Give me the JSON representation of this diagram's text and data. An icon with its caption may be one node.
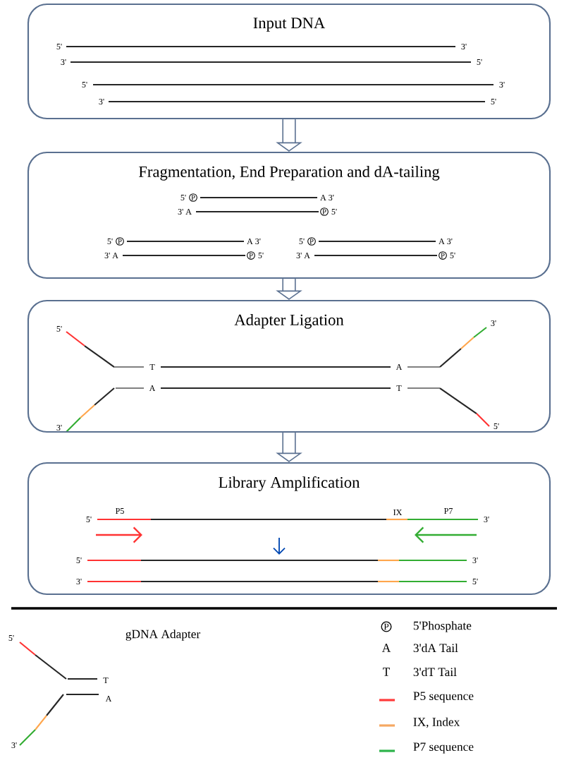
{
  "diagram": {
    "nodes": [
      {
        "text": [
          "Input DNA"
        ]
      },
      {
        "text": [
          "Fragmentation, End Preparation and dA-tailing"
        ]
      },
      {
        "text": [
          "Adapter Ligation"
        ]
      },
      {
        "text": [
          "Library Amplification"
        ]
      }
    ],
    "edges": [
      {
        "from": 0,
        "to": 1,
        "arrow": "to"
      },
      {
        "from": 1,
        "to": 2,
        "arrow": "to"
      },
      {
        "from": 2,
        "to": 3,
        "arrow": "to"
      }
    ],
    "labels": [
      "5'",
      "3'",
      "3'",
      "5'",
      "5'",
      "3'",
      "3'",
      "5'",
      "5'",
      "P",
      "A 3'",
      "3' A",
      "P",
      "5'",
      "5'",
      "P",
      "A 3'",
      "3' A",
      "P",
      "5'",
      "5'",
      "P",
      "A 3'",
      "3' A",
      "P",
      "5'",
      "5'",
      "3'",
      "T",
      "A",
      "A",
      "T",
      "3'",
      "5'",
      "5'",
      "P5",
      "IX",
      "P7",
      "3'",
      "5'",
      "3'",
      "3'",
      "5'",
      "5'",
      "T",
      "A",
      "3'",
      "gDNA Adapter",
      "P",
      "A",
      "T"
    ],
    "legend": [
      {
        "text": "5'Phosphate"
      },
      {
        "text": "3'dA Tail"
      },
      {
        "text": "3'dT Tail"
      },
      {
        "text": "P5 sequence",
        "color": "#ff3b3b"
      },
      {
        "text": "IX, Index",
        "color": "#f5a862"
      },
      {
        "text": "P7 sequence",
        "color": "#2cb34a"
      }
    ]
  }
}
